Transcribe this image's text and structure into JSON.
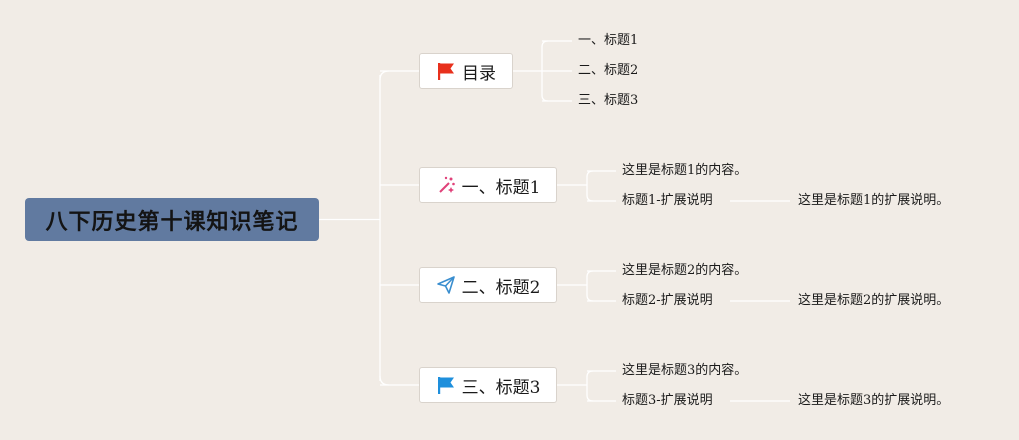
{
  "root": {
    "label": "八下历史第十课知识笔记"
  },
  "toc": {
    "label": "目录",
    "icon": "red-flag-icon",
    "items": [
      "一、标题1",
      "二、标题2",
      "三、标题3"
    ]
  },
  "sections": [
    {
      "label": "一、标题1",
      "icon": "sparkle-icon",
      "content": "这里是标题1的内容。",
      "ext_label": "标题1-扩展说明",
      "ext_detail": "这里是标题1的扩展说明。"
    },
    {
      "label": "二、标题2",
      "icon": "paper-plane-icon",
      "content": "这里是标题2的内容。",
      "ext_label": "标题2-扩展说明",
      "ext_detail": "这里是标题2的扩展说明。"
    },
    {
      "label": "三、标题3",
      "icon": "blue-flag-icon",
      "content": "这里是标题3的内容。",
      "ext_label": "标题3-扩展说明",
      "ext_detail": "这里是标题3的扩展说明。"
    }
  ],
  "colors": {
    "background": "#f1ece6",
    "root_fill": "#617aa0",
    "connector": "#ffffff",
    "red_flag": "#e8301c",
    "sparkle": "#e0427a",
    "plane": "#3a8ecf",
    "blue_flag": "#1e8fdc"
  }
}
